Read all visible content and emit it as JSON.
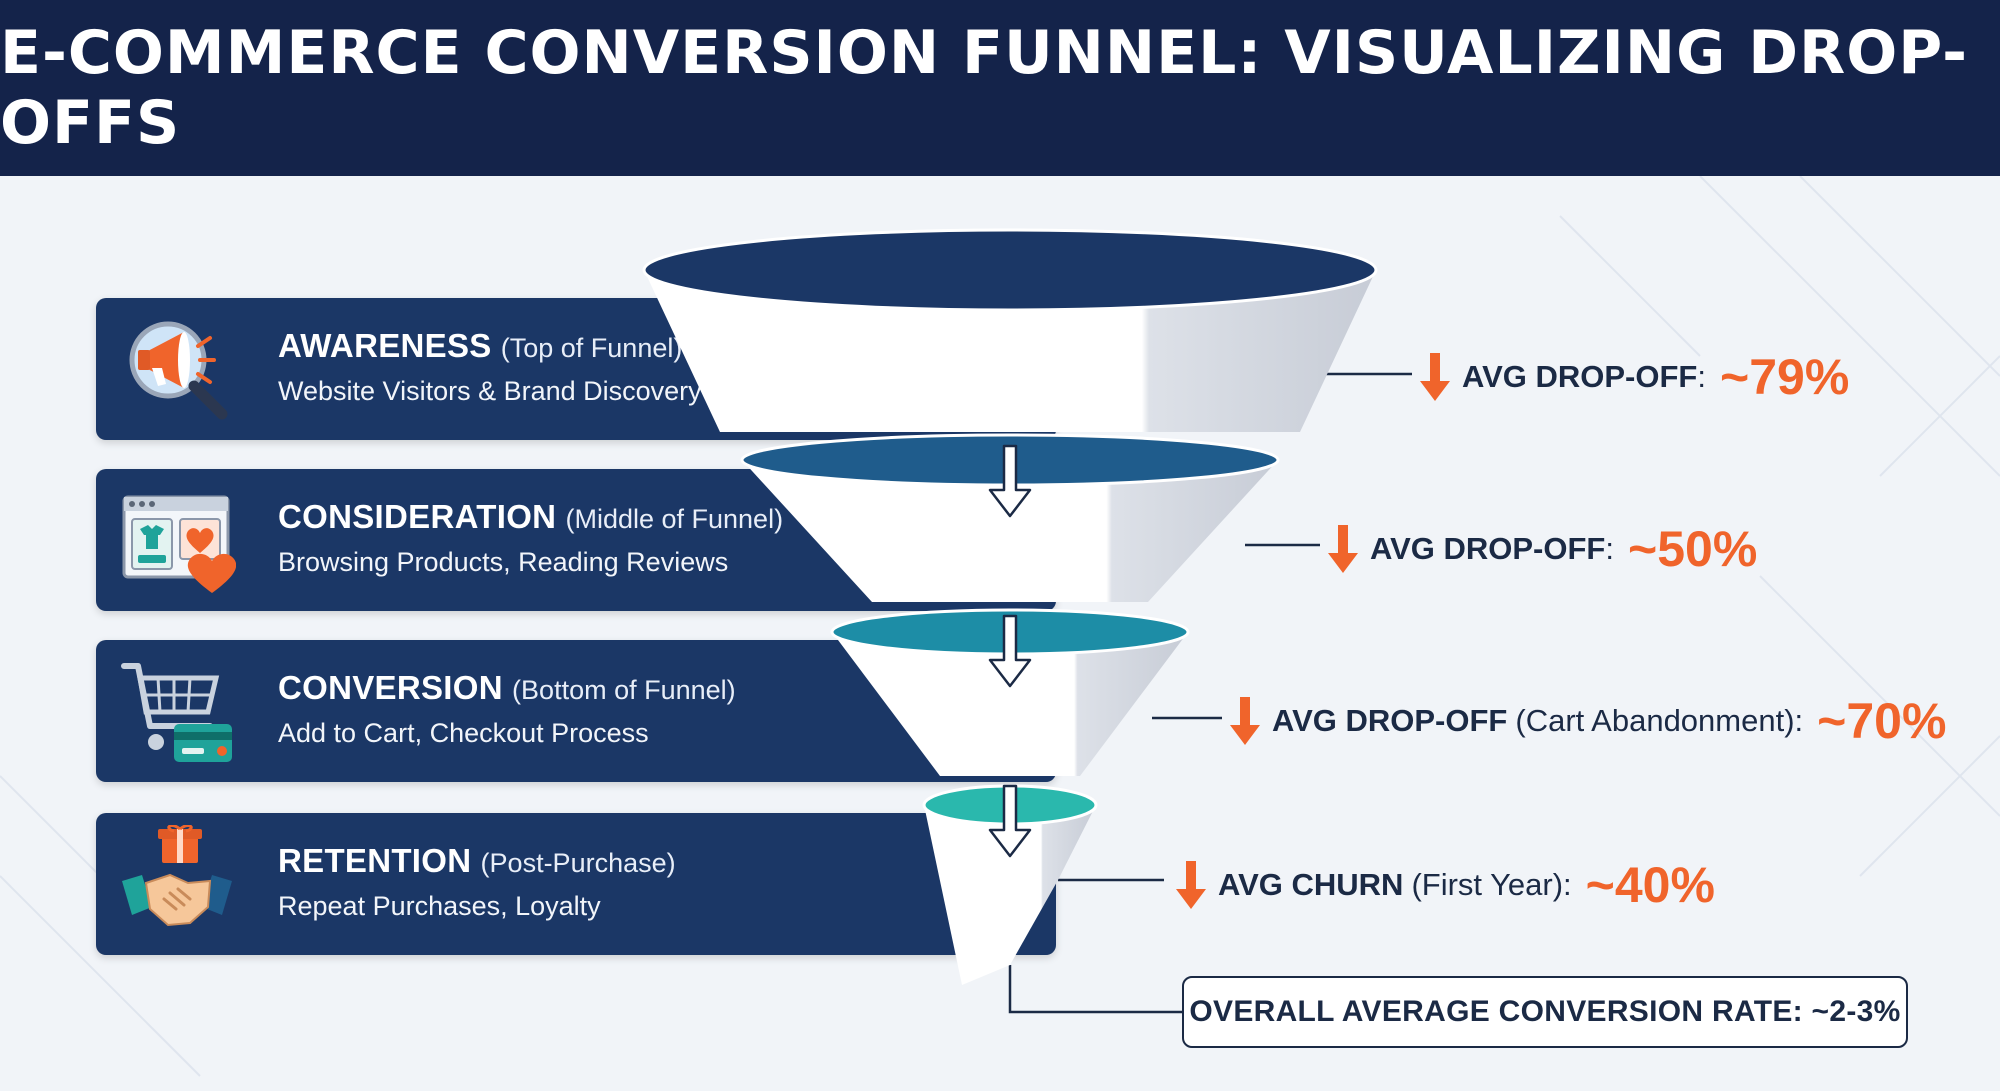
{
  "title": "E-COMMERCE CONVERSION FUNNEL: VISUALIZING DROP-OFFS",
  "colors": {
    "header_bg": "#14234a",
    "card_bg": "#1b3766",
    "accent_orange": "#f0642b",
    "funnel_rim_1": "#1b3766",
    "funnel_rim_2": "#1f5c8c",
    "funnel_rim_3": "#1d8da6",
    "funnel_rim_4": "#2ab8ad"
  },
  "stages": [
    {
      "title": "AWARENESS",
      "subtitle": "(Top of Funnel)",
      "description": "Website Visitors & Brand Discovery",
      "icon": "megaphone-magnifier-icon"
    },
    {
      "title": "CONSIDERATION",
      "subtitle": "(Middle of Funnel)",
      "description": "Browsing Products, Reading Reviews",
      "icon": "product-browser-heart-icon"
    },
    {
      "title": "CONVERSION",
      "subtitle": "(Bottom of Funnel)",
      "description": "Add to Cart, Checkout Process",
      "icon": "shopping-cart-card-icon"
    },
    {
      "title": "RETENTION",
      "subtitle": "(Post-Purchase)",
      "description": "Repeat Purchases, Loyalty",
      "icon": "handshake-gift-icon"
    }
  ],
  "stats": [
    {
      "label": "AVG DROP-OFF",
      "note": "",
      "value": "~79%"
    },
    {
      "label": "AVG DROP-OFF",
      "note": "",
      "value": "~50%"
    },
    {
      "label": "AVG DROP-OFF",
      "note": "(Cart Abandonment)",
      "value": "~70%"
    },
    {
      "label": "AVG CHURN",
      "note": "(First Year)",
      "value": "~40%"
    }
  ],
  "overall": "OVERALL AVERAGE CONVERSION RATE: ~2-3%"
}
